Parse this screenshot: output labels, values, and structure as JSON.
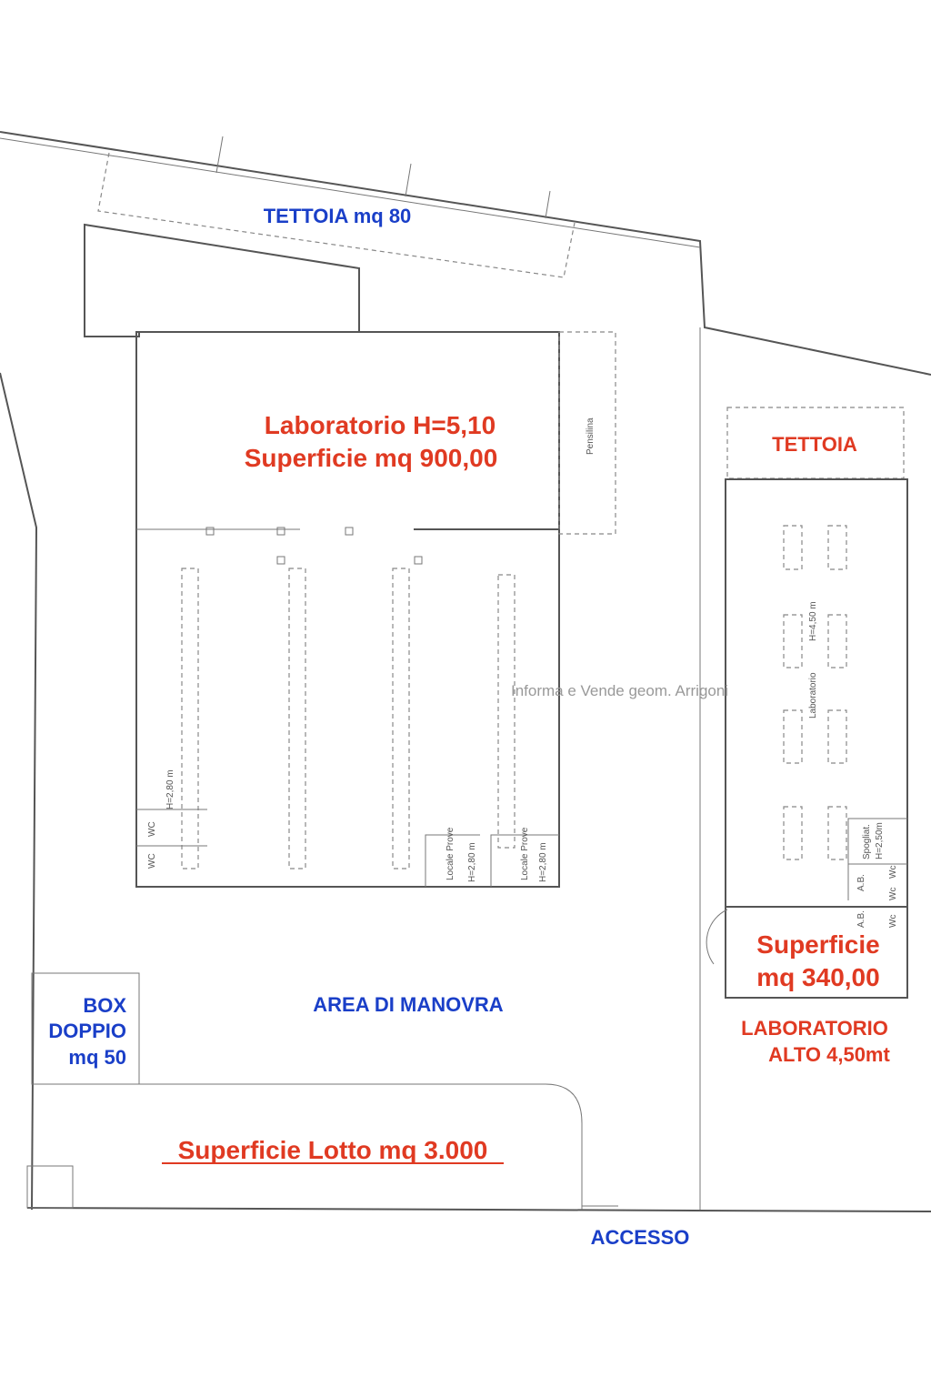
{
  "labels": {
    "tettoia_top": "TETTOIA mq 80",
    "lab_main_title": "Laboratorio  H=5,10",
    "lab_main_area": "Superficie mq 900,00",
    "pensilina": "Pensilina",
    "tettoia_right": "TETTOIA",
    "lab_right_height": "H=4,50 m",
    "lab_right_name": "Laboratorio",
    "watermark": "Informa e Vende geom. Arrigoni",
    "wc1": "WC",
    "wc2": "WC",
    "wc_height": "H=2,80 m",
    "locale_prove_1": "Locale Prove",
    "locale_prove_1_h": "H=2,80 m",
    "locale_prove_2": "Locale Prove",
    "locale_prove_2_h": "H=2,80 m",
    "spogliatoio": "Spogliat.",
    "spogliatoio_h": "H=2,50m",
    "ab1": "A.B.",
    "ab2": "A.B.",
    "wc_r1": "Wc",
    "wc_r2": "Wc",
    "wc_r3": "Wc",
    "lab_right_area_1": "Superficie",
    "lab_right_area_2": "mq 340,00",
    "lab_right_caption_1": "LABORATORIO",
    "lab_right_caption_2": "ALTO 4,50mt",
    "box_1": "BOX",
    "box_2": "DOPPIO",
    "box_3": "mq 50",
    "area_manovra": "AREA DI MANOVRA",
    "superficie_lotto": "Superficie Lotto mq 3.000",
    "accesso": "ACCESSO"
  },
  "colors": {
    "blue": "#1a3fc8",
    "red": "#e03a22"
  }
}
